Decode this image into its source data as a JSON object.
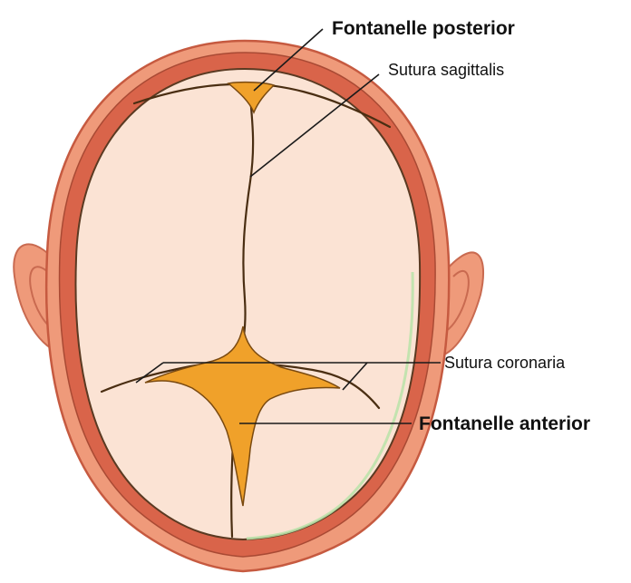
{
  "labels": {
    "fontanelle_posterior": "Fontanelle posterior",
    "sutura_sagittalis": "Sutura sagittalis",
    "sutura_coronaria": "Sutura coronaria",
    "fontanelle_anterior": "Fontanelle anterior"
  },
  "colors": {
    "skin": "#ef9a7a",
    "scalp_rim": "#d9644a",
    "bone": "#fbe3d4",
    "fontanelle": "#f0a12a",
    "suture": "#4a2e12"
  }
}
